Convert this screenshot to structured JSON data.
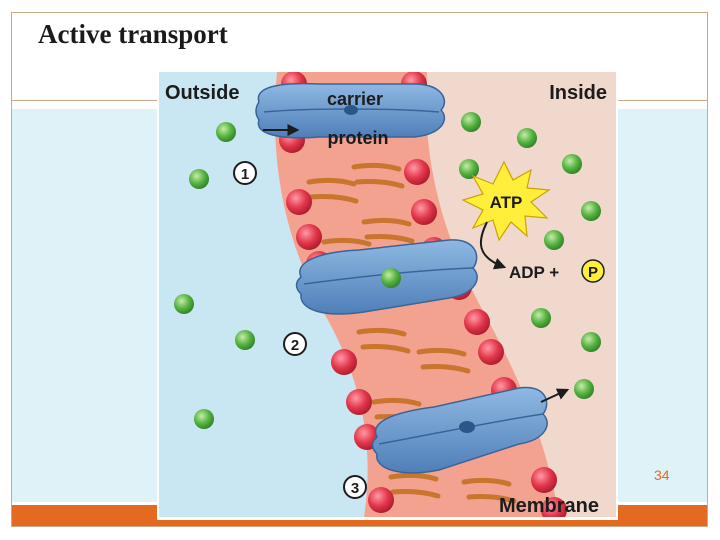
{
  "slide": {
    "title": "Active transport",
    "page_number": "34"
  },
  "diagram": {
    "outside_label": "Outside",
    "inside_label": "Inside",
    "carrier_label_line1": "carrier",
    "carrier_label_line2": "protein",
    "atp_label": "ATP",
    "adp_label": "ADP +",
    "phosphate_label": "P",
    "membrane_label": "Membrane",
    "steps": [
      "1",
      "2",
      "3"
    ]
  },
  "colors": {
    "accent_orange": "#e46a22",
    "outside_fluid": "#c9e6f3",
    "inside_fluid": "#f0d8cc",
    "membrane": "#f2a28f",
    "lipid_head": "#e8374a",
    "lipid_tail": "#c8752e",
    "protein": "#6f9fd1",
    "solute": "#4aaa3c",
    "atp_burst": "#ffef3a"
  }
}
